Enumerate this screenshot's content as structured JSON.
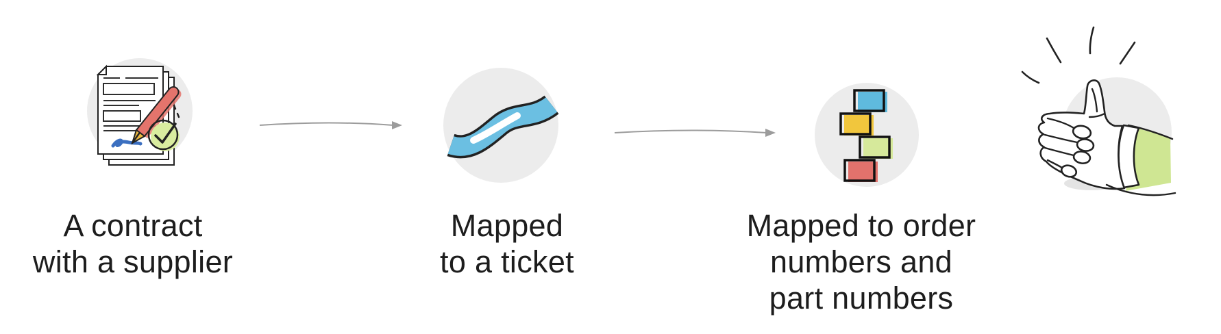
{
  "flow": {
    "steps": [
      {
        "id": "contract",
        "icon": "contract-signed-icon",
        "lines": [
          "A contract",
          "with a supplier"
        ]
      },
      {
        "id": "ticket",
        "icon": "ticket-ribbon-icon",
        "lines": [
          "Mapped",
          "to a ticket"
        ]
      },
      {
        "id": "order-numbers",
        "icon": "colored-blocks-icon",
        "lines": [
          "Mapped to order",
          "numbers and",
          "part numbers"
        ]
      },
      {
        "id": "approved",
        "icon": "thumbs-up-icon",
        "lines": []
      }
    ],
    "connectors": [
      "arrow-right",
      "arrow-right"
    ]
  },
  "colors": {
    "background": "#ffffff",
    "text": "#1d1d1d",
    "icon_circle_gray": "#ececec",
    "outline_black": "#222222",
    "ribbon_blue": "#6bbfe2",
    "pen_red": "#e4746c",
    "pen_nib_gold": "#eeb93f",
    "check_green": "#d9ec9f",
    "signature_blue": "#3b6fc0",
    "block_blue": "#5fbade",
    "block_yellow": "#f1c63d",
    "block_green": "#d6e99b",
    "block_red": "#e2726c",
    "sleeve_green": "#cfe693",
    "arrow_gray": "#9c9c9c"
  }
}
